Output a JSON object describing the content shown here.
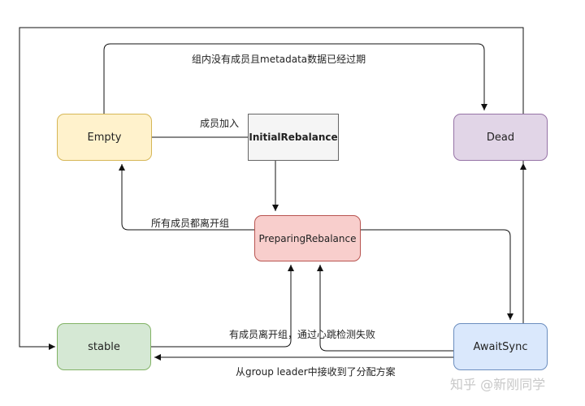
{
  "nodes": {
    "empty": {
      "label": "Empty",
      "fill": "#fff2cc",
      "stroke": "#d6b656"
    },
    "initial_rebalance": {
      "label": "InitialRebalance",
      "fill": "#f5f5f5",
      "stroke": "#666666"
    },
    "dead": {
      "label": "Dead",
      "fill": "#e1d5e7",
      "stroke": "#9673a6"
    },
    "preparing_rebalance": {
      "label": "PreparingRebalance",
      "fill": "#f8cecc",
      "stroke": "#b85450"
    },
    "stable": {
      "label": "stable",
      "fill": "#d5e8d4",
      "stroke": "#82b366"
    },
    "await_sync": {
      "label": "AwaitSync",
      "fill": "#dae8fc",
      "stroke": "#6c8ebf"
    }
  },
  "edges": {
    "empty_to_dead": "组内没有成员且metadata数据已经过期",
    "member_join": "成员加入",
    "all_members_left": "所有成员都离开组",
    "member_left_heartbeat": "有成员离开组，通过心跳检测失败",
    "received_assignment": "从group leader中接收到了分配方案"
  },
  "watermark": "知乎 @新刚同学"
}
